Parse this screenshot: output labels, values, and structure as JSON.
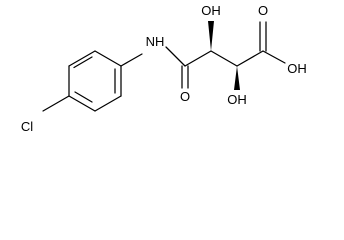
{
  "molecule": {
    "atoms": {
      "cl": "Cl",
      "nh": "NH",
      "o_amide": "O",
      "oh_top": "OH",
      "oh_bottom": "OH",
      "o_acid": "O",
      "oh_acid": "OH"
    },
    "colors": {
      "bond": "#000000",
      "text": "#000000",
      "background": "#ffffff"
    }
  }
}
